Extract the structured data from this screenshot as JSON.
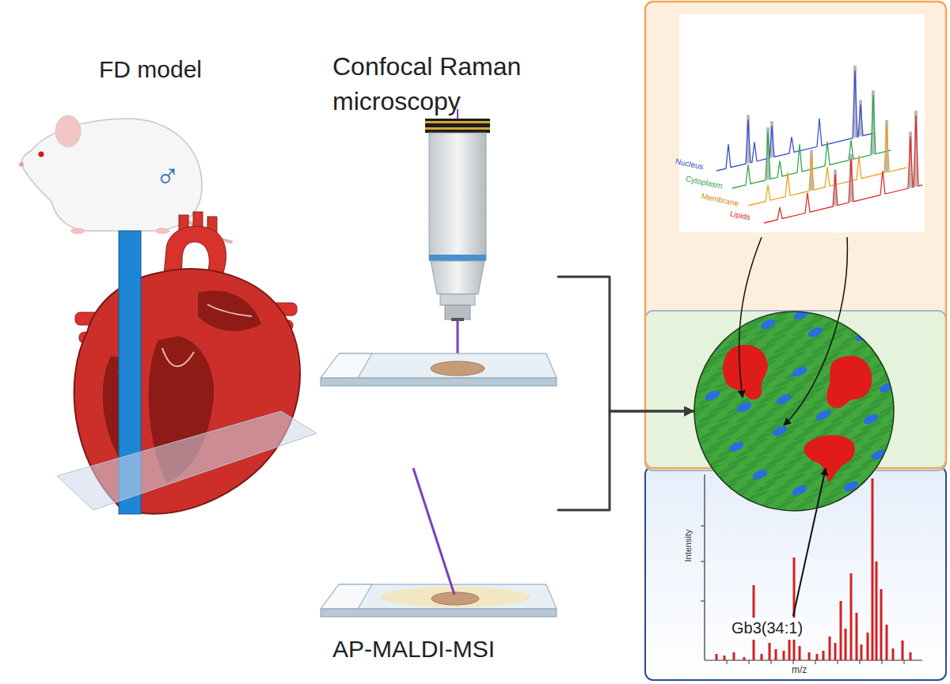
{
  "diagram": {
    "nodes": [
      {
        "text": [
          "Confocal Raman microscopy"
        ]
      },
      {
        "text": [
          "AP-MALDI-MSI"
        ]
      },
      {
        "text": [
          "Gb3(34:1)"
        ]
      }
    ],
    "edges": [
      {
        "from": 0,
        "to": 2,
        "arrow": "to"
      },
      {
        "from": 1,
        "to": 2,
        "arrow": "to"
      }
    ],
    "labels": [
      "FD model",
      "♂",
      "Nucleus",
      "Cytoplasm",
      "Membrane",
      "Lipids",
      "Intensity",
      "m/z"
    ]
  }
}
